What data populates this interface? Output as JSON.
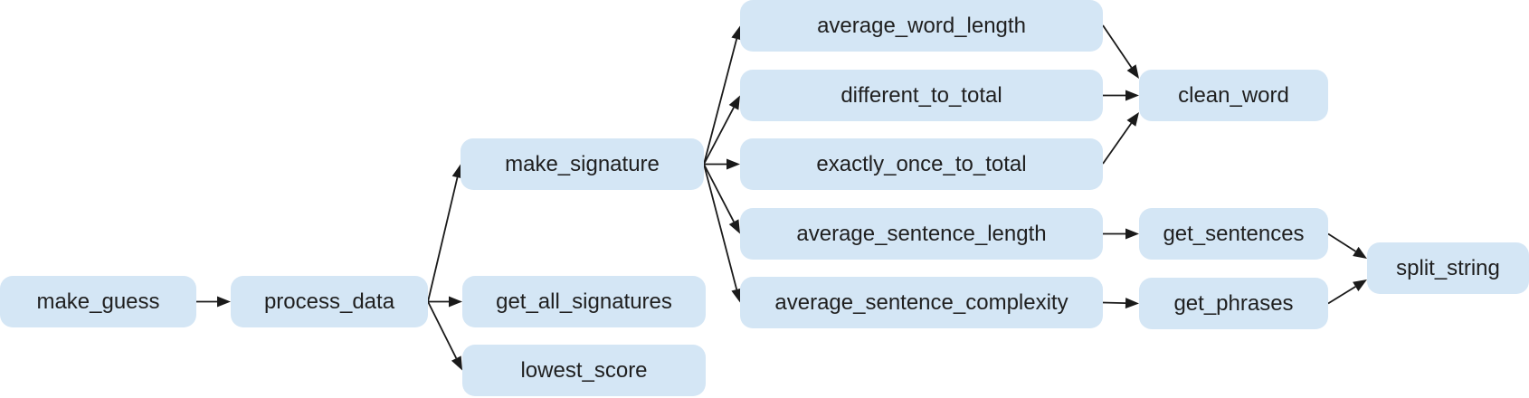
{
  "colors": {
    "node_fill": "#d4e6f5",
    "edge": "#1a1a1a",
    "text": "#1f1f1f"
  },
  "nodes": [
    {
      "id": "make_guess",
      "label": "make_guess"
    },
    {
      "id": "process_data",
      "label": "process_data"
    },
    {
      "id": "make_signature",
      "label": "make_signature"
    },
    {
      "id": "get_all_signatures",
      "label": "get_all_signatures"
    },
    {
      "id": "lowest_score",
      "label": "lowest_score"
    },
    {
      "id": "average_word_length",
      "label": "average_word_length"
    },
    {
      "id": "different_to_total",
      "label": "different_to_total"
    },
    {
      "id": "exactly_once_to_total",
      "label": "exactly_once_to_total"
    },
    {
      "id": "average_sentence_length",
      "label": "average_sentence_length"
    },
    {
      "id": "average_sentence_complexity",
      "label": "average_sentence_complexity"
    },
    {
      "id": "clean_word",
      "label": "clean_word"
    },
    {
      "id": "get_sentences",
      "label": "get_sentences"
    },
    {
      "id": "get_phrases",
      "label": "get_phrases"
    },
    {
      "id": "split_string",
      "label": "split_string"
    }
  ],
  "edges": [
    {
      "from": "make_guess",
      "to": "process_data"
    },
    {
      "from": "process_data",
      "to": "make_signature"
    },
    {
      "from": "process_data",
      "to": "get_all_signatures"
    },
    {
      "from": "process_data",
      "to": "lowest_score"
    },
    {
      "from": "make_signature",
      "to": "average_word_length"
    },
    {
      "from": "make_signature",
      "to": "different_to_total"
    },
    {
      "from": "make_signature",
      "to": "exactly_once_to_total"
    },
    {
      "from": "make_signature",
      "to": "average_sentence_length"
    },
    {
      "from": "make_signature",
      "to": "average_sentence_complexity"
    },
    {
      "from": "average_word_length",
      "to": "clean_word"
    },
    {
      "from": "different_to_total",
      "to": "clean_word"
    },
    {
      "from": "exactly_once_to_total",
      "to": "clean_word"
    },
    {
      "from": "average_sentence_length",
      "to": "get_sentences"
    },
    {
      "from": "average_sentence_complexity",
      "to": "get_phrases"
    },
    {
      "from": "get_sentences",
      "to": "split_string"
    },
    {
      "from": "get_phrases",
      "to": "split_string"
    }
  ]
}
